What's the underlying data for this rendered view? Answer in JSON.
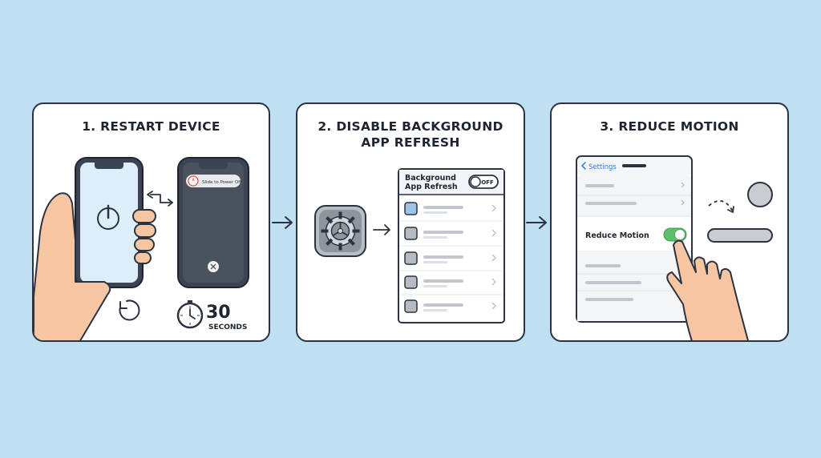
{
  "steps": [
    {
      "title": "1. RESTART DEVICE",
      "slider_text": "Slide to Power Off",
      "timer_value": "30",
      "timer_unit": "SECONDS"
    },
    {
      "title": "2. DISABLE BACKGROUND APP REFRESH",
      "setting_line1": "Background",
      "setting_line2": "App Refresh",
      "toggle_state": "OFF"
    },
    {
      "title": "3. REDUCE MOTION",
      "back_label": "Settings",
      "toggle_label": "Reduce Motion"
    }
  ],
  "colors": {
    "background": "#bfdff2",
    "toggle_on": "#5cc06a",
    "outline": "#2b3340",
    "skin": "#f6c6a2"
  }
}
